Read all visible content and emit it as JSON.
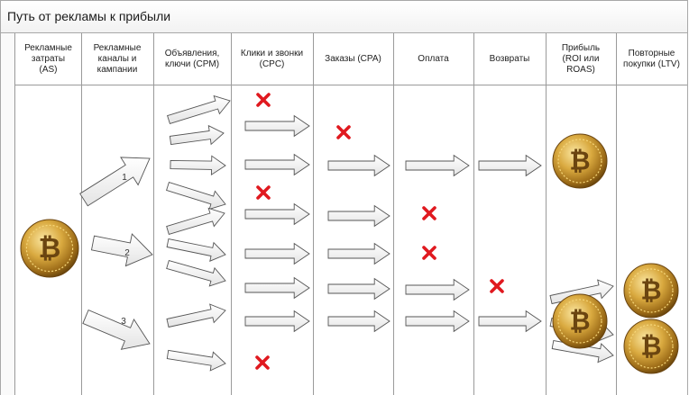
{
  "title": "Путь от рекламы к прибыли",
  "columns": [
    {
      "label": "Рекламные\nзатраты\n(AS)"
    },
    {
      "label": "Рекламные\nканалы и\nкампании"
    },
    {
      "label": "Объявления,\nключи (CPM)"
    },
    {
      "label": "Клики и звонки\n(CPC)"
    },
    {
      "label": "Заказы (CPA)"
    },
    {
      "label": "Оплата"
    },
    {
      "label": "Возвраты"
    },
    {
      "label": "Прибыль\n(ROI или ROAS)"
    },
    {
      "label": "Повторные\nпокупки (LTV)"
    }
  ],
  "channel_labels": [
    "1",
    "2",
    "3"
  ],
  "coin_symbol": "₿",
  "colors": {
    "cross": "#e0191f",
    "coin_gold": "#c9962a",
    "arrow_fill": "#f7f7f7",
    "grid": "#9a9a9a"
  }
}
